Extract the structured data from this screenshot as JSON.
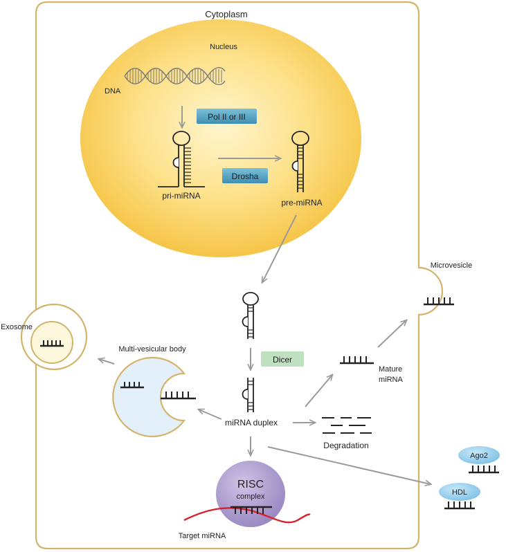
{
  "labels": {
    "cytoplasm": "Cytoplasm",
    "nucleus": "Nucleus",
    "dna": "DNA",
    "pol": "Pol II or III",
    "drosha": "Drosha",
    "pri_mirna": "pri-miRNA",
    "pre_mirna": "pre-miRNA",
    "microvesicle": "Microvesicle",
    "exosome": "Exosome",
    "mvb": "Multi-vesicular body",
    "dicer": "Dicer",
    "mature_line1": "Mature",
    "mature_line2": "miRNA",
    "duplex": "miRNA duplex",
    "degradation": "Degradation",
    "risc_line1": "RISC",
    "risc_line2": "complex",
    "target": "Target miRNA",
    "ago2": "Ago2",
    "hdl": "HDL"
  },
  "colors": {
    "membrane": "#d4b36a",
    "nucleus_center": "#fff4c4",
    "nucleus_edge": "#f7c94a",
    "arrow": "#9a9a9a",
    "blue_tag": "#5aaac8",
    "green_tag": "#bfe1bf",
    "risc": "#a797c9",
    "hdl": "#8fcbeb",
    "mvb_fill": "#e3f0f9",
    "exosome_fill": "#fdf7dc",
    "target_strand": "#d81f2a",
    "rna": "#222222"
  }
}
